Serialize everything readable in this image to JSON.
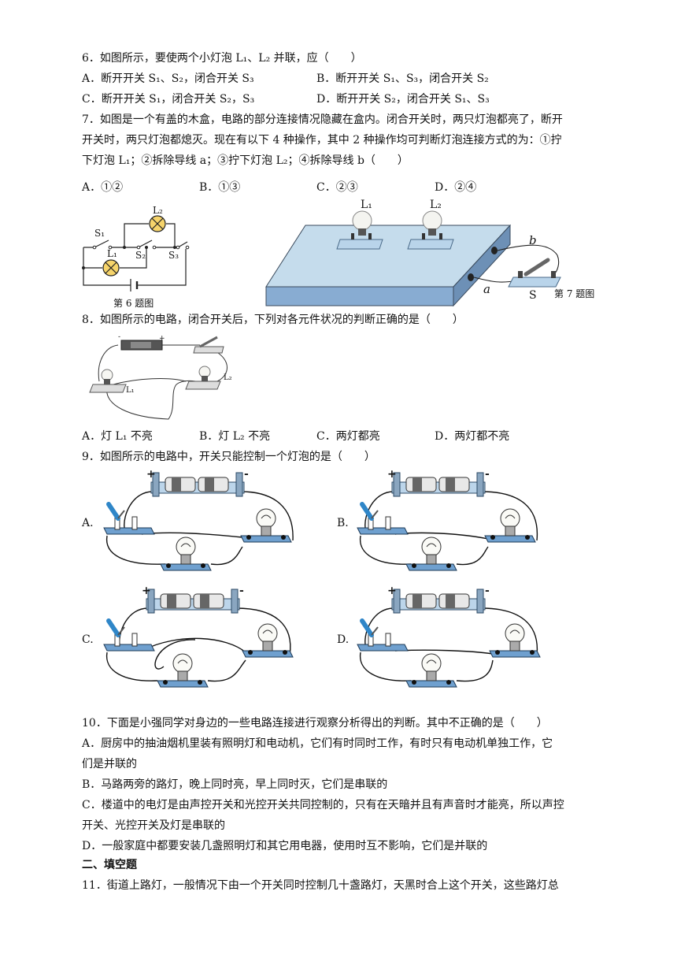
{
  "q6": {
    "stem": "6．如图所示，要使两个小灯泡 L₁、L₂ 并联，应（　　）",
    "options": [
      "A．断开开关 S₁、S₂，闭合开关 S₃",
      "B．断开开关 S₁、S₃，闭合开关 S₂",
      "C．断开开关 S₁，闭合开关 S₂，S₃",
      "D．断开开关 S₂，闭合开关 S₁、S₃"
    ],
    "fig_caption": "第 6 题图",
    "fig_labels": {
      "L1": "L₁",
      "L2": "L₂",
      "S1": "S₁",
      "S2": "S₂",
      "S3": "S₃"
    }
  },
  "q7": {
    "stem_lines": [
      "7．如图是一个有盖的木盒，电路的部分连接情况隐藏在盒内。闭合开关时，两只灯泡都亮了，断开",
      "开关时，两只灯泡都熄灭。现在有以下 4 种操作，其中 2 种操作均可判断灯泡连接方式的为：①拧",
      "下灯泡 L₁；②拆除导线 a；③拧下灯泡 L₂；④拆除导线 b（　　）"
    ],
    "options": [
      "A．①②",
      "B．①③",
      "C．②③",
      "D．②④"
    ],
    "fig_caption": "第 7 题图",
    "fig_labels": {
      "L1": "L₁",
      "L2": "L₂",
      "a": "a",
      "b": "b",
      "S": "S"
    }
  },
  "q8": {
    "stem": "8．如图所示的电路，闭合开关后，下列对各元件状况的判断正确的是（　　）",
    "options": [
      "A．灯 L₁ 不亮",
      "B．灯 L₂ 不亮",
      "C．两灯都亮",
      "D．两灯都不亮"
    ],
    "fig_labels": {
      "L1": "L₁",
      "L2": "L₂"
    }
  },
  "q9": {
    "stem": "9．如图所示的电路中，开关只能控制一个灯泡的是（　　）",
    "option_letters": [
      "A.",
      "B.",
      "C.",
      "D."
    ]
  },
  "q10": {
    "stem": "10．下面是小强同学对身边的一些电路连接进行观察分析得出的判断。其中不正确的是（　　）",
    "lines": [
      "A．厨房中的抽油烟机里装有照明灯和电动机，它们有时同时工作，有时只有电动机单独工作，它",
      "们是并联的",
      "B．马路两旁的路灯，晚上同时亮，早上同时灭，它们是串联的",
      "C．楼道中的电灯是由声控开关和光控开关共同控制的，只有在天暗并且有声音时才能亮，所以声控",
      "开关、光控开关及灯是串联的",
      "D．一般家庭中都要安装几盏照明灯和其它用电器，使用时互不影响，它们是并联的"
    ]
  },
  "section2": "二、填空题",
  "q11": {
    "stem": "11．街道上路灯，一般情况下由一个开关同时控制几十盏路灯，天黑时合上这个开关，这些路灯总"
  }
}
